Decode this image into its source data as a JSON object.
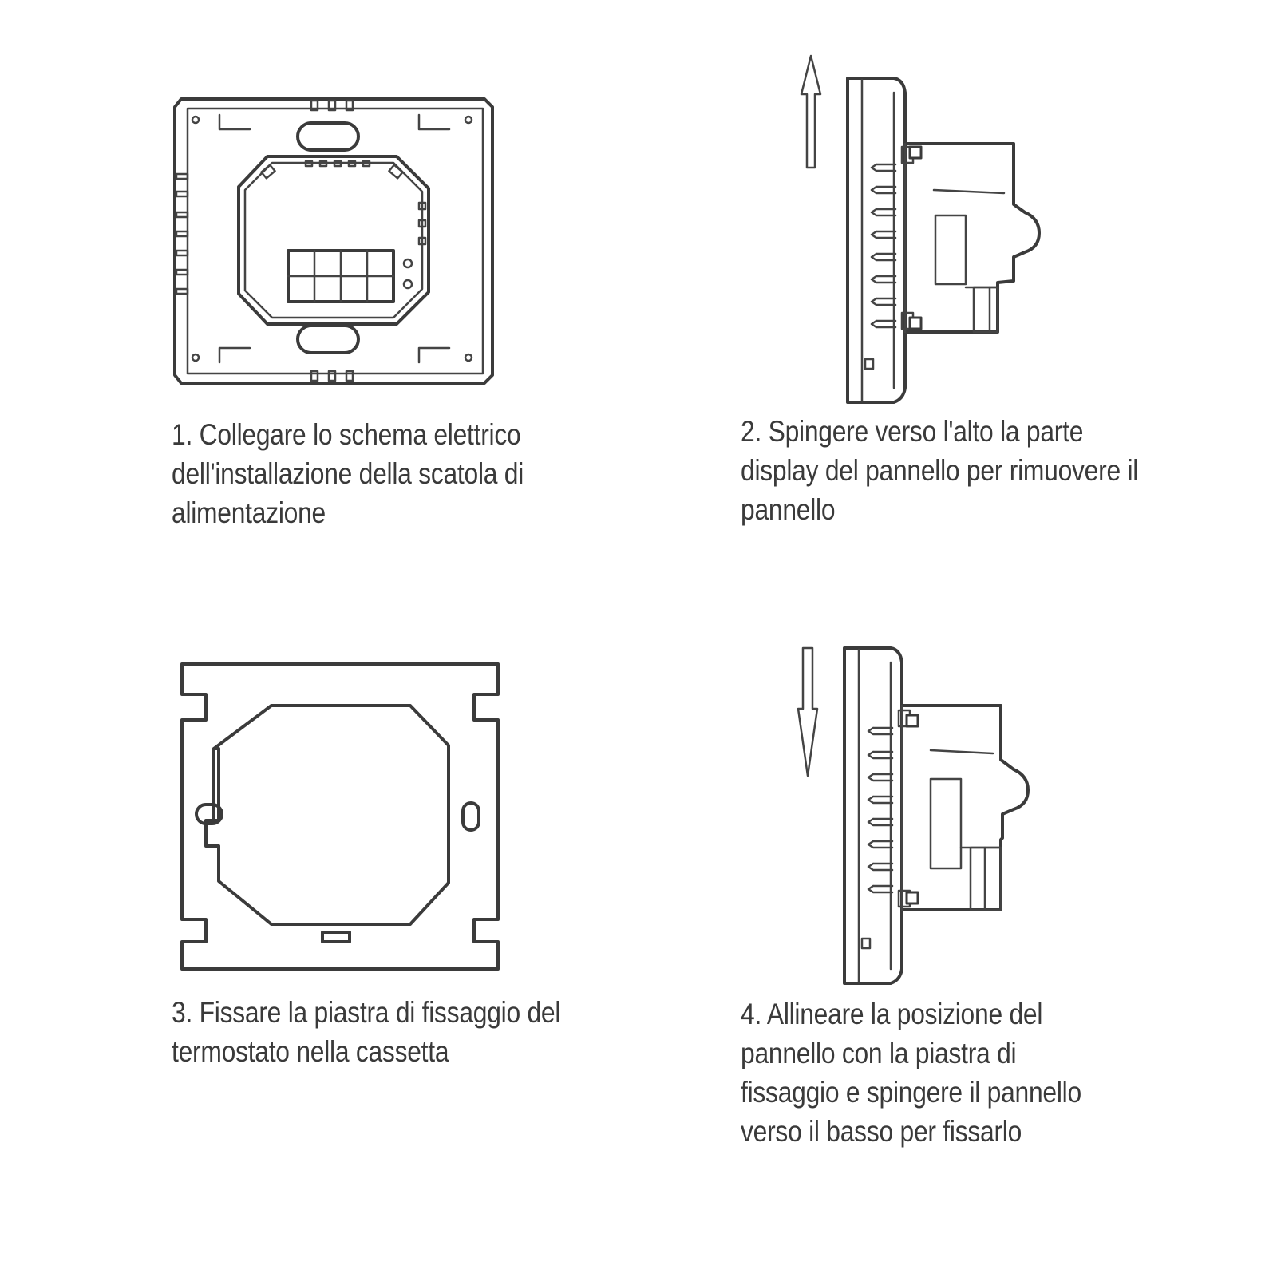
{
  "steps": [
    {
      "number": "1",
      "lines": [
        "1. Collegare lo schema elettrico",
        "dell'installazione della scatola di",
        "alimentazione"
      ]
    },
    {
      "number": "2",
      "lines": [
        "2. Spingere verso l'alto la parte",
        "display del pannello per rimuovere il",
        "pannello"
      ],
      "arrow_direction": "up"
    },
    {
      "number": "3",
      "lines": [
        "3. Fissare la piastra di fissaggio del",
        "termostato nella cassetta"
      ]
    },
    {
      "number": "4",
      "lines": [
        "4. Allineare la posizione del",
        "pannello con la piastra di",
        "fissaggio e spingere il pannello",
        "verso il basso per fissarlo"
      ],
      "arrow_direction": "down"
    }
  ],
  "colors": {
    "line": "#3b3b3b",
    "text": "#3a3a3a",
    "background": "#ffffff"
  }
}
